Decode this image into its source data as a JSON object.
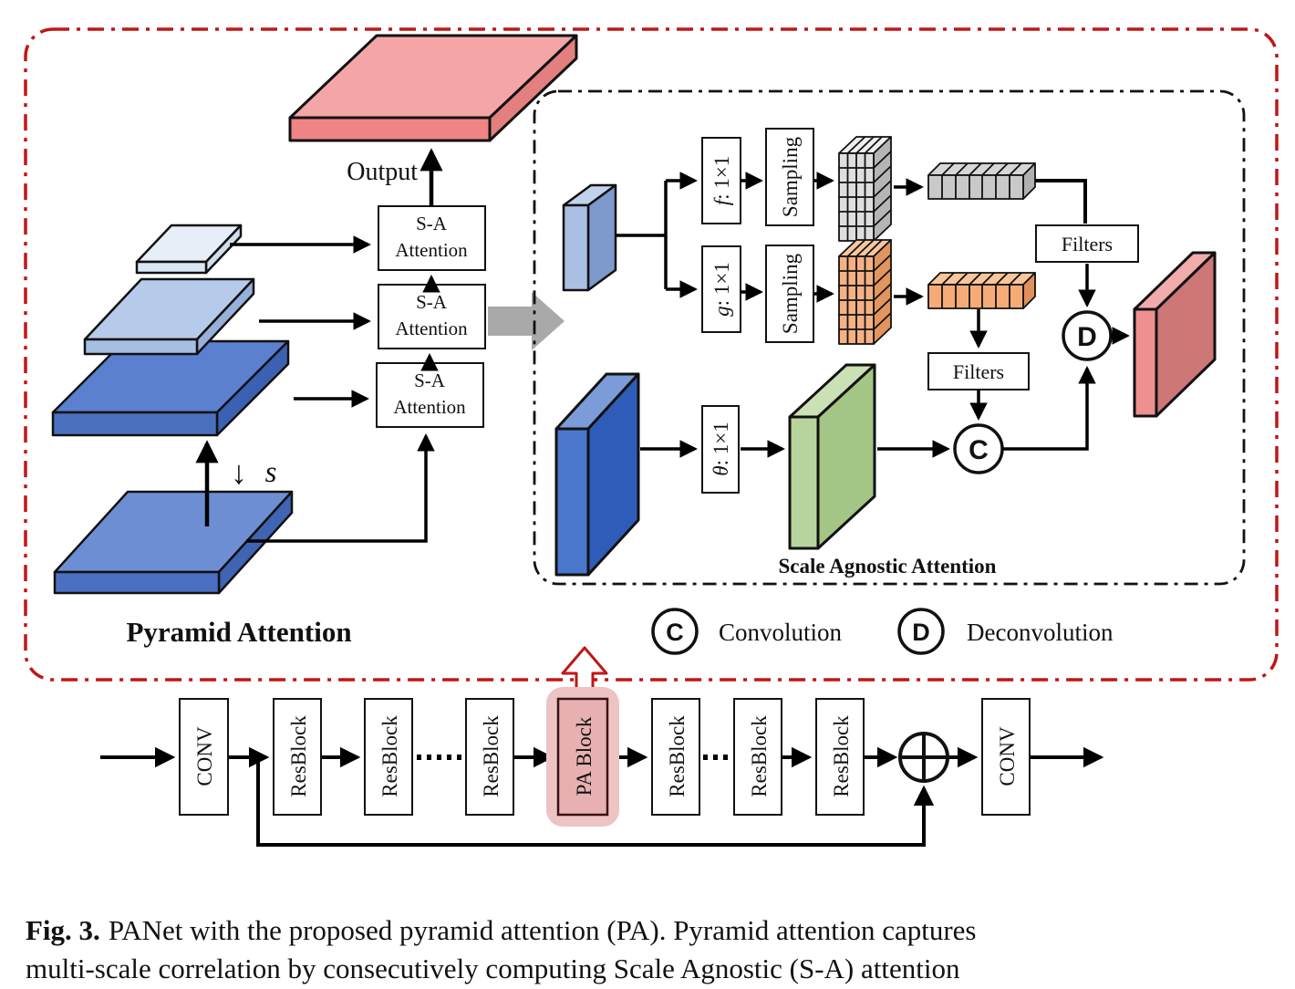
{
  "figure": {
    "caption": {
      "fig_label": "Fig. 3.",
      "line1": "PANet with the proposed pyramid attention (PA). Pyramid attention captures",
      "line2": "multi-scale correlation by consecutively computing Scale Agnostic (S-A) attention"
    },
    "pyramid": {
      "title": "Pyramid Attention",
      "output_label": "Output",
      "downsample_arrow": "↓",
      "downsample_symbol": "s",
      "sa_line1": "S-A",
      "sa_line2": "Attention"
    },
    "saa": {
      "title": "Scale Agnostic Attention",
      "f_letter": "f",
      "g_letter": "g",
      "theta_letter": "θ",
      "kernel_suffix": ": 1×1",
      "sampling_label": "Sampling",
      "filters_label": "Filters",
      "conv_symbol": "C",
      "deconv_symbol": "D"
    },
    "legend": {
      "conv_symbol": "C",
      "conv_label": "Convolution",
      "deconv_symbol": "D",
      "deconv_label": "Deconvolution"
    },
    "pipeline": {
      "conv_label": "CONV",
      "resblock_label": "ResBlock",
      "pa_label": "PA Block"
    },
    "colors": {
      "border_red": "#c11616",
      "dark_blue": "#2f5cb8",
      "mid_blue": "#4a72c4",
      "slab_top_blue": "#6e8ed4",
      "light_blue": "#a6bee2",
      "pale_blue": "#dbe6f4",
      "green_face": "#a3c585",
      "green_light": "#b7d49e",
      "orange_face": "#f5b183",
      "gray_face": "#c9c9c9",
      "salmon_front": "#ee8484",
      "salmon_top": "#f4a6a6",
      "pa_pink_fill": "#e7b1b1",
      "pa_pink_glow": "#edc3c3",
      "big_arrow_gray": "#a9a9a9"
    }
  }
}
